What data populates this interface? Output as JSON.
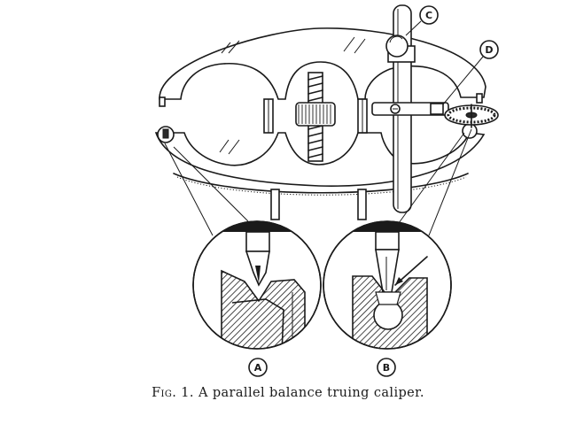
{
  "figure": {
    "labels": {
      "a": "A",
      "b": "B",
      "c": "C",
      "d": "D"
    },
    "caption": {
      "prefix": "Fig. 1.",
      "text": "A parallel balance truing caliper."
    }
  }
}
